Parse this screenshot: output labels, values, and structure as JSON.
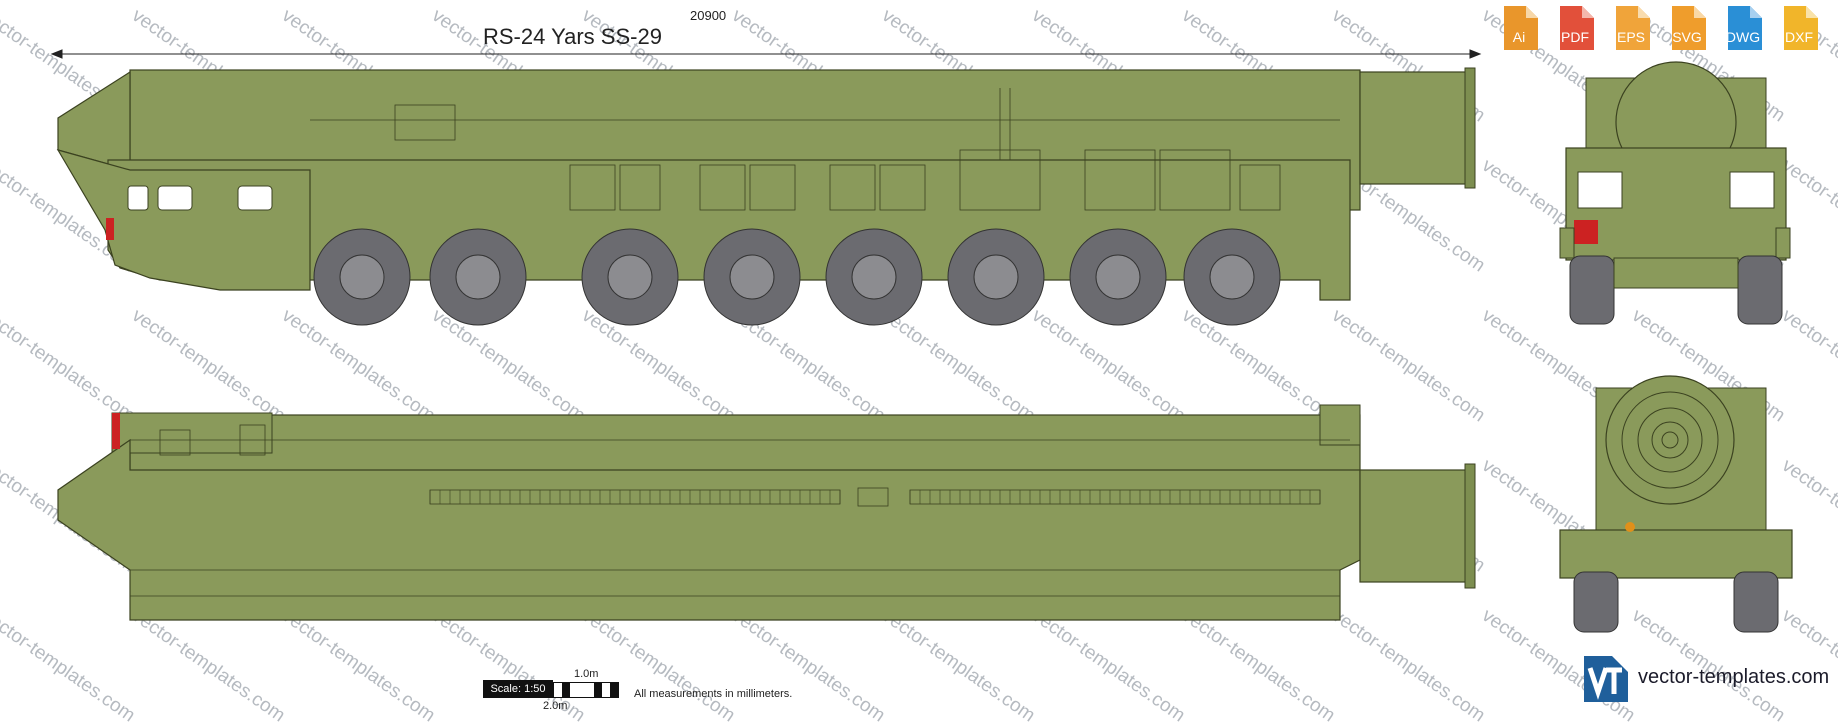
{
  "drawing": {
    "title": "RS-24 Yars SS-29",
    "overall_length": "20900",
    "note": "All measurements in millimeters.",
    "scale_label": "Scale: 1:50",
    "scale_1m": "1.0m",
    "scale_2m": "2.0m"
  },
  "colors": {
    "body": "#8a9a5b",
    "body_dark": "#7d8e50",
    "outline": "#3b4220",
    "wheel": "#6b6b70",
    "wheel_hub": "#8c8c90",
    "lamp_red": "#cc2222",
    "lamp_orange": "#e0901a"
  },
  "formats": [
    {
      "label": "Ai",
      "color": "#e9962b",
      "icon": "ai-file-icon"
    },
    {
      "label": "PDF",
      "color": "#e2503a",
      "icon": "pdf-file-icon"
    },
    {
      "label": "EPS",
      "color": "#f0a43a",
      "icon": "eps-file-icon"
    },
    {
      "label": "SVG",
      "color": "#ef9d2c",
      "icon": "svg-file-icon"
    },
    {
      "label": "DWG",
      "color": "#2a8fd6",
      "icon": "dwg-file-icon"
    },
    {
      "label": "DXF",
      "color": "#f1b52a",
      "icon": "dxf-file-icon"
    }
  ],
  "brand": {
    "name": "vector-templates.com",
    "logo_color": "#1f5f9b",
    "icon": "vt-logo-icon"
  },
  "watermark": "vector-templates.com"
}
